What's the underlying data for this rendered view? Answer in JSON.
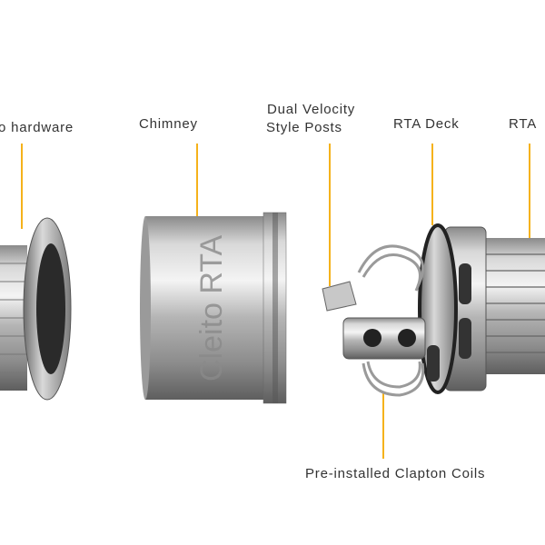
{
  "labels": {
    "hardware": "o hardware",
    "chimney": "Chimney",
    "posts_line1": "Dual Velocity",
    "posts_line2": "Style Posts",
    "deck": "RTA Deck",
    "rta": "RTA",
    "coils": "Pre-installed Clapton Coils"
  },
  "chimney_engraving": "Cleito RTA",
  "colors": {
    "leader": "#f5b21b",
    "text": "#333333"
  }
}
